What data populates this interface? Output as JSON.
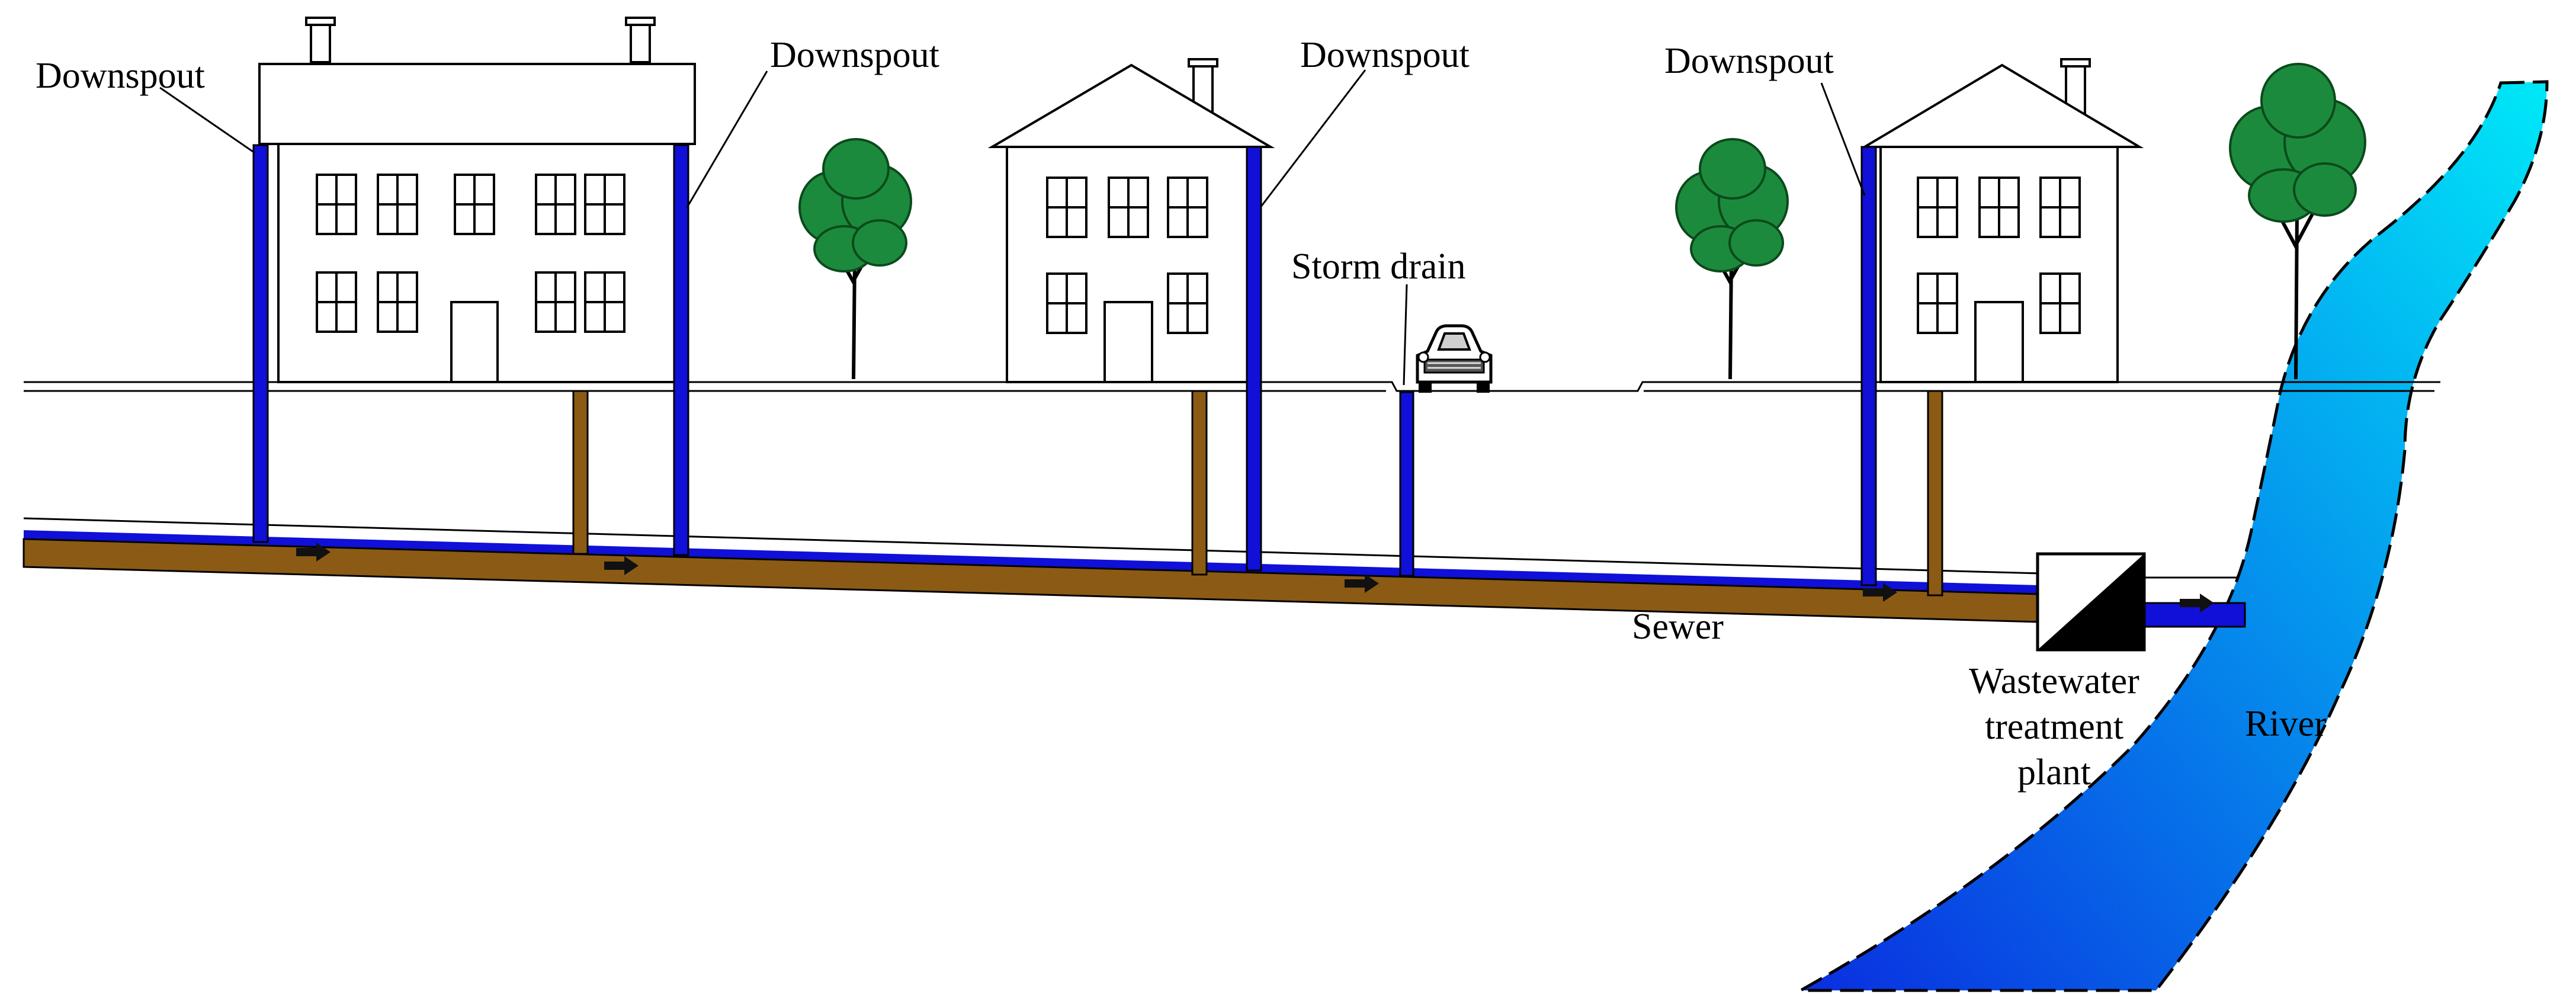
{
  "labels": {
    "downspout_1": "Downspout",
    "downspout_2": "Downspout",
    "downspout_3": "Downspout",
    "downspout_4": "Downspout",
    "storm_drain": "Storm drain",
    "sewer": "Sewer",
    "treatment_line1": "Wastewater",
    "treatment_line2": "treatment",
    "treatment_line3": "plant",
    "river": "River"
  },
  "colors": {
    "stormwater": "#1010d8",
    "sewage": "#8b5a14",
    "river_light": "#00e8f8",
    "river_dark": "#0a2ee0",
    "tree_foliage": "#1c8a3c",
    "outline": "#000000"
  },
  "icons": [
    "car-icon",
    "tree-icon",
    "house-icon",
    "treatment-plant-icon",
    "flow-arrow-icon"
  ]
}
